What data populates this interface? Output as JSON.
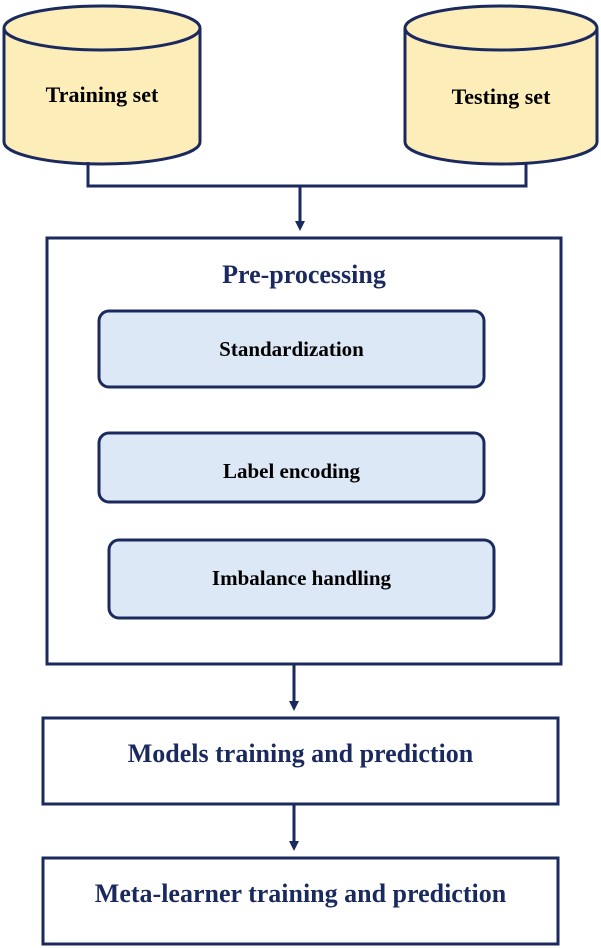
{
  "colors": {
    "stroke": "#1b2a5e",
    "cylinder_fill": "#fcedb9",
    "step_fill": "#dde8f6",
    "heading_text": "#1b2a5e",
    "label_text": "#000000"
  },
  "datasets": {
    "training": "Training set",
    "testing": "Testing set"
  },
  "preprocessing": {
    "title": "Pre-processing",
    "steps": [
      "Standardization",
      "Label encoding",
      "Imbalance handling"
    ]
  },
  "stages": {
    "models": "Models training and prediction",
    "meta": "Meta-learner training and prediction"
  }
}
